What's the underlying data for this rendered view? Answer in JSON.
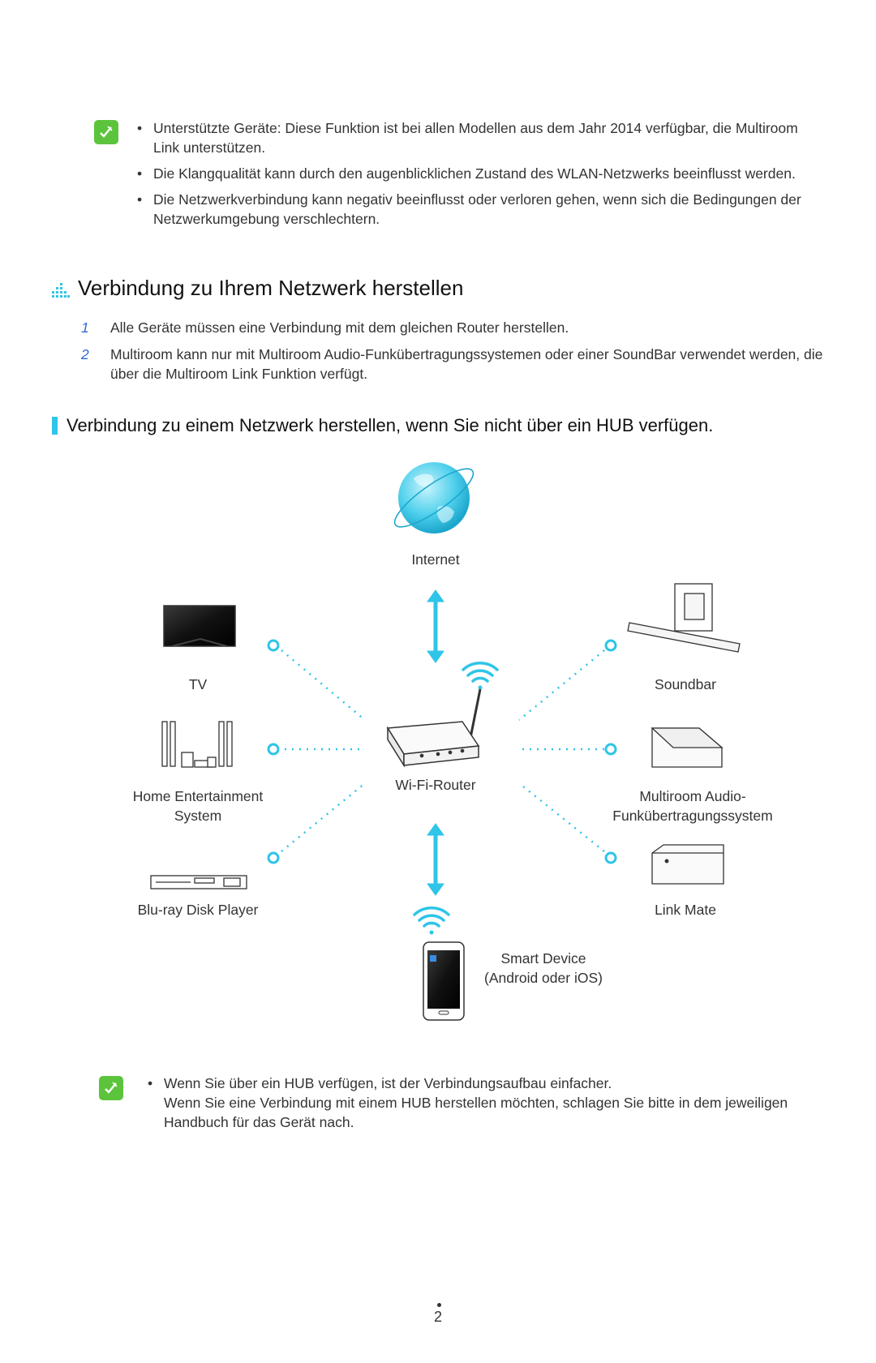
{
  "note_top": {
    "items": [
      "Unterstützte Geräte: Diese Funktion ist bei allen Modellen aus dem Jahr 2014 verfügbar, die Multiroom Link unterstützen.",
      "Die Klangqualität kann durch den augenblicklichen Zustand des WLAN-Netzwerks beeinflusst werden.",
      "Die Netzwerkverbindung kann negativ beeinflusst oder verloren gehen, wenn sich die Bedingungen der Netzwerkumgebung verschlechtern."
    ]
  },
  "section": {
    "title": "Verbindung zu Ihrem Netzwerk herstellen",
    "steps": [
      {
        "num": "1",
        "text": "Alle Geräte müssen eine Verbindung mit dem gleichen Router herstellen."
      },
      {
        "num": "2",
        "text": "Multiroom kann nur mit Multiroom Audio-Funkübertragungssystemen oder einer SoundBar verwendet werden, die über die Multiroom Link Funktion verfügt."
      }
    ]
  },
  "subsection": {
    "title": "Verbindung zu einem Netzwerk herstellen, wenn Sie nicht über ein HUB verfügen."
  },
  "diagram": {
    "internet": "Internet",
    "router": "Wi-Fi-Router",
    "tv": "TV",
    "home_entertainment_line1": "Home Entertainment",
    "home_entertainment_line2": "System",
    "bluray": "Blu-ray Disk Player",
    "soundbar": "Soundbar",
    "multiroom_line1": "Multiroom Audio-",
    "multiroom_line2": "Funkübertragungssystem",
    "link_mate": "Link Mate",
    "smart_device_line1": "Smart Device",
    "smart_device_line2": "(Android oder iOS)",
    "accent_color": "#2ec5e8"
  },
  "note_bottom": {
    "line1": "Wenn Sie über ein HUB verfügen, ist der Verbindungsaufbau einfacher.",
    "line2": "Wenn Sie eine Verbindung mit einem HUB herstellen möchten, schlagen Sie bitte in dem jeweiligen Handbuch für das Gerät nach."
  },
  "footer": {
    "page_number": "2"
  }
}
